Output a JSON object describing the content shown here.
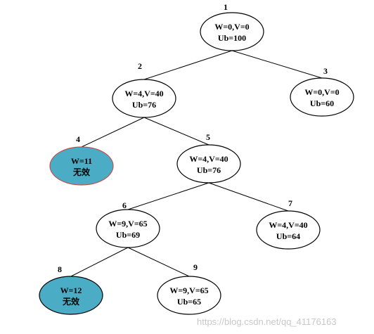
{
  "colors": {
    "edge": "#000000",
    "node_fill": "#ffffff",
    "node_stroke": "#000000",
    "invalid_fill_a": "#4bacc6",
    "invalid_stroke_a": "#c0504d",
    "invalid_fill_b": "#4bacc6",
    "invalid_stroke_b": "#000000"
  },
  "nodes": [
    {
      "id": "1",
      "line1": "W=0,V=0",
      "line2": "Ub=100"
    },
    {
      "id": "2",
      "line1": "W=4,V=40",
      "line2": "Ub=76"
    },
    {
      "id": "3",
      "line1": "W=0,V=0",
      "line2": "Ub=60"
    },
    {
      "id": "4",
      "line1": "W=11",
      "line2": "无效"
    },
    {
      "id": "5",
      "line1": "W=4,V=40",
      "line2": "Ub=76"
    },
    {
      "id": "6",
      "line1": "W=9,V=65",
      "line2": "Ub=69"
    },
    {
      "id": "7",
      "line1": "W=4,V=40",
      "line2": "Ub=64"
    },
    {
      "id": "8",
      "line1": "W=12",
      "line2": "无效"
    },
    {
      "id": "9",
      "line1": "W=9,V=65",
      "line2": "Ub=65"
    }
  ],
  "edges": [
    [
      "1",
      "2"
    ],
    [
      "1",
      "3"
    ],
    [
      "2",
      "4"
    ],
    [
      "2",
      "5"
    ],
    [
      "5",
      "6"
    ],
    [
      "5",
      "7"
    ],
    [
      "6",
      "8"
    ],
    [
      "6",
      "9"
    ]
  ],
  "watermark": "https://blog.csdn.net/qq_41176163"
}
